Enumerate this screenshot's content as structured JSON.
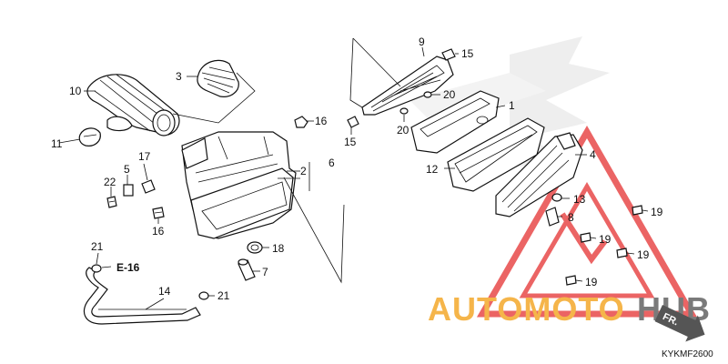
{
  "callouts": {
    "c1": "1",
    "c2": "2",
    "c3": "3",
    "c4": "4",
    "c5": "5",
    "c6": "6",
    "c7": "7",
    "c8": "8",
    "c9": "9",
    "c10": "10",
    "c11": "11",
    "c12": "12",
    "c13": "13",
    "c14": "14",
    "c15a": "15",
    "c15b": "15",
    "c16a": "16",
    "c16b": "16",
    "c17": "17",
    "c18": "18",
    "c19a": "19",
    "c19b": "19",
    "c19c": "19",
    "c19d": "19",
    "c20a": "20",
    "c20b": "20",
    "c21a": "21",
    "c21b": "21",
    "c22": "22"
  },
  "reference": "E-16",
  "diagram_code": "KYKMF2600",
  "watermark": {
    "word_orange": "AUTOMOTO",
    "word_gray": "HUB",
    "orange": "#f5b54a",
    "gray": "#7a7a7a",
    "triangle_color": "#e84a4a"
  },
  "direction_badge": {
    "label": "FR.",
    "color": "#555555"
  }
}
